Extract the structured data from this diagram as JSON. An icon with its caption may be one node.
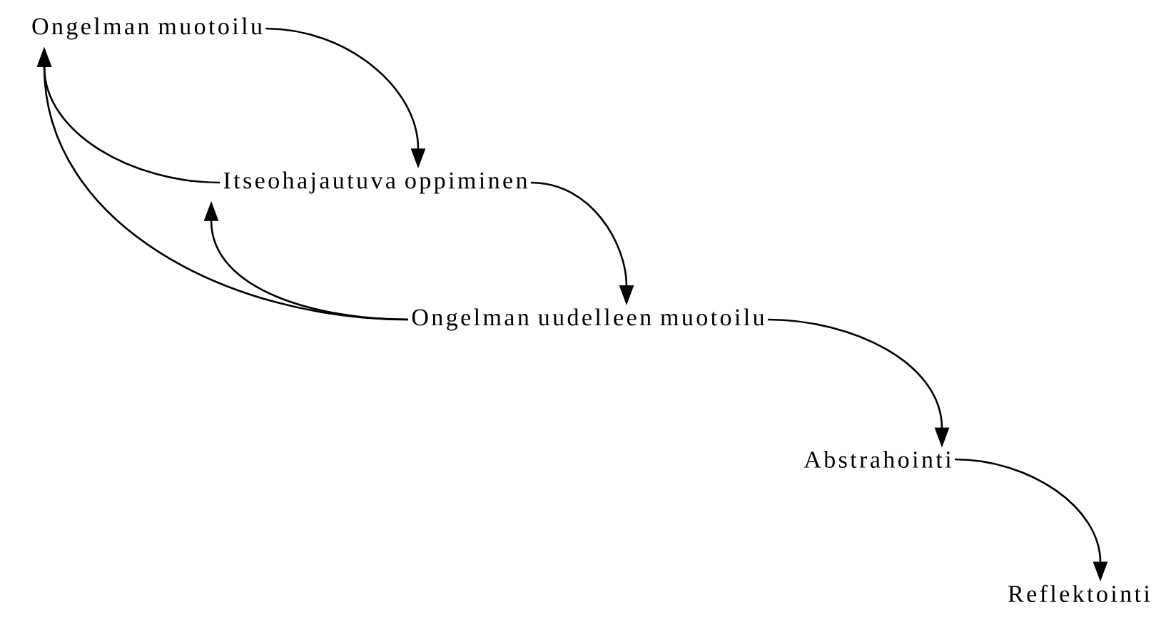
{
  "diagram": {
    "nodes": [
      {
        "text": [
          "Ongelman muotoilu"
        ]
      },
      {
        "text": [
          "Itseohajautuva oppiminen"
        ]
      },
      {
        "text": [
          "Ongelman uudelleen muotoilu"
        ]
      },
      {
        "text": [
          "Abstrahointi"
        ]
      },
      {
        "text": [
          "Reflektointi"
        ]
      }
    ],
    "edges": [
      {
        "from": 0,
        "to": 1,
        "arrow": "to"
      },
      {
        "from": 1,
        "to": 2,
        "arrow": "to"
      },
      {
        "from": 2,
        "to": 3,
        "arrow": "to"
      },
      {
        "from": 3,
        "to": 4,
        "arrow": "to"
      },
      {
        "from": 1,
        "to": 0,
        "arrow": "to"
      },
      {
        "from": 2,
        "to": 0,
        "arrow": "to"
      },
      {
        "from": 2,
        "to": 1,
        "arrow": "to"
      }
    ]
  }
}
